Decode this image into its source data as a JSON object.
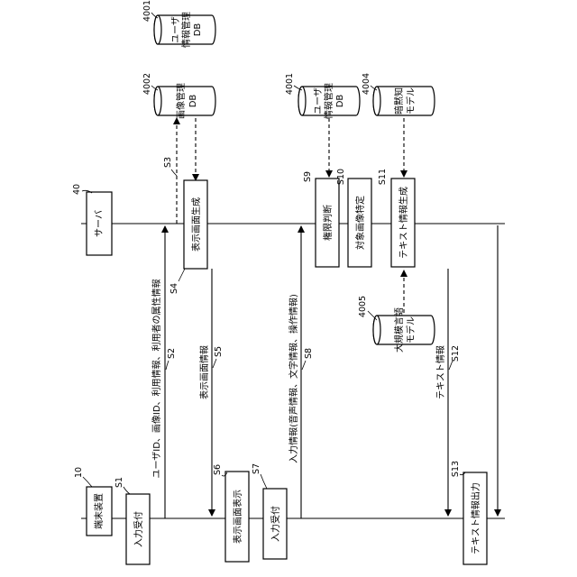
{
  "participants": {
    "terminal": {
      "label": "端末装置",
      "ref": "10"
    },
    "server": {
      "label": "サーバ",
      "ref": "40"
    }
  },
  "databases": {
    "user_db_top": {
      "label_line1": "ユーザ",
      "label_line2": "情報管理",
      "label_line3": "DB",
      "ref": "4001"
    },
    "image_db": {
      "label_line1": "画像管理",
      "label_line2": "DB",
      "ref": "4002"
    },
    "user_db_mid": {
      "label_line1": "ユーザ",
      "label_line2": "情報管理",
      "label_line3": "DB",
      "ref": "4001"
    },
    "tacit_model": {
      "label_line1": "暗黙知",
      "label_line2": "モデル",
      "ref": "4004"
    },
    "llm_model": {
      "label_line1": "大規模言語",
      "label_line2": "モデル",
      "ref": "4005"
    }
  },
  "steps": {
    "s1": {
      "id": "S1",
      "label": "入力受付"
    },
    "s2": {
      "id": "S2",
      "label": "ユーザID、画像ID、利用情報、利用者の属性情報"
    },
    "s3": {
      "id": "S3"
    },
    "s4": {
      "id": "S4",
      "label": "表示画面生成"
    },
    "s5": {
      "id": "S5",
      "label": "表示画面情報"
    },
    "s6": {
      "id": "S6",
      "label": "表示画面表示"
    },
    "s7": {
      "id": "S7",
      "label": "入力受付"
    },
    "s8": {
      "id": "S8",
      "label": "入力情報(音声情報、文字情報、操作情報)"
    },
    "s9": {
      "id": "S9",
      "label": "権限判断"
    },
    "s10": {
      "id": "S10",
      "label": "対象画像特定"
    },
    "s11": {
      "id": "S11",
      "label": "テキスト情報生成"
    },
    "s12": {
      "id": "S12",
      "label": "テキスト情報"
    },
    "s13": {
      "id": "S13",
      "label": "テキスト情報出力"
    }
  }
}
